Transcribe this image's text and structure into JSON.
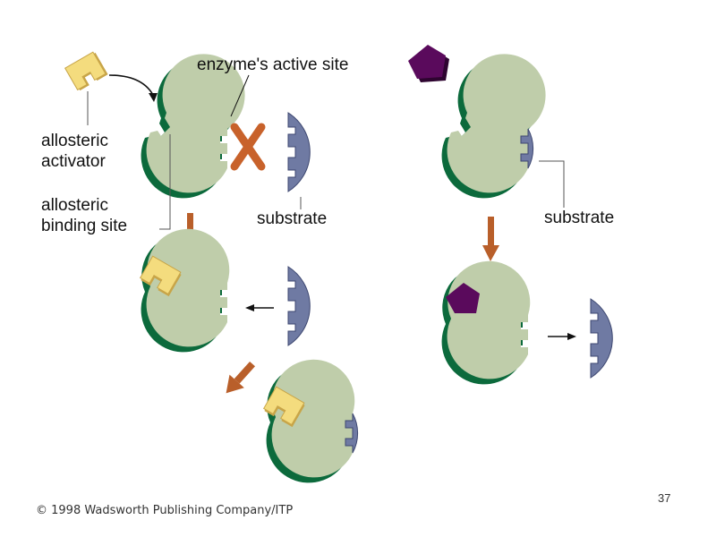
{
  "labels": {
    "enzyme_active_site": "enzyme's active site",
    "allosteric_activator_line1": "allosteric",
    "allosteric_activator_line2": "activator",
    "allosteric_binding_site_line1": "allosteric",
    "allosteric_binding_site_line2": "binding site",
    "substrate_left": "substrate",
    "substrate_right": "substrate"
  },
  "footer": {
    "copyright": "© 1998 Wadsworth Publishing Company/ITP",
    "slide_number": "37"
  },
  "colors": {
    "enzyme_fill": "#bfcdaa",
    "enzyme_shadow": "#0c6a3c",
    "substrate_fill": "#6f7aa3",
    "activator_fill": "#f4dc7e",
    "inhibitor_fill": "#5a0a5c",
    "arrow_fill": "#b95f2a",
    "block_mark": "#c8622b"
  }
}
